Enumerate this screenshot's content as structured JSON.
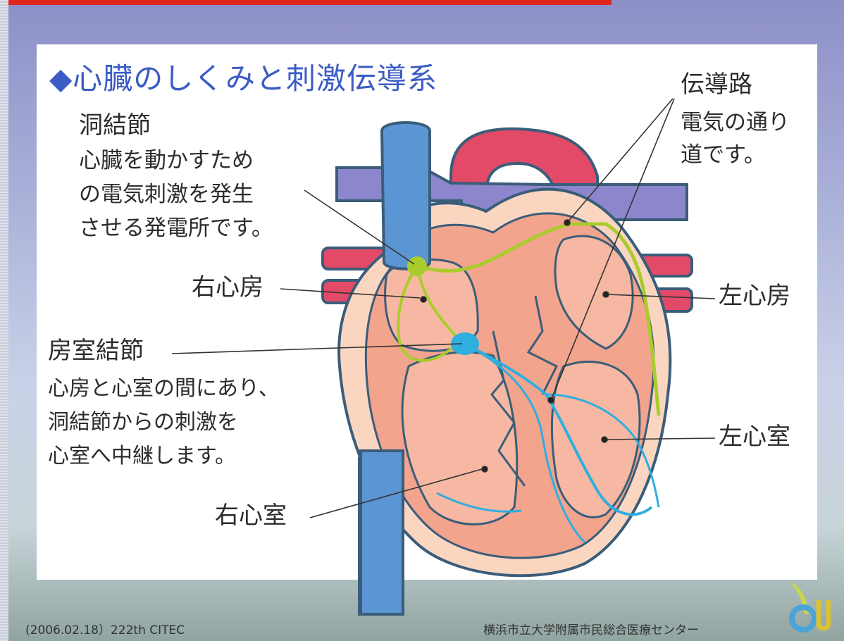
{
  "title": "◆心臓のしくみと刺激伝導系",
  "labels": {
    "sa_node": {
      "name": "洞結節",
      "desc": [
        "心臓を動かすため",
        "の電気刺激を発生",
        "させる発電所です。"
      ]
    },
    "right_atrium": "右心房",
    "av_node": {
      "name": "房室結節",
      "desc": [
        "心房と心室の間にあり、",
        "洞結節からの刺激を",
        "心室へ中継します。"
      ]
    },
    "right_ventricle": "右心室",
    "conduction_path": {
      "name": "伝導路",
      "desc": [
        "電気の通り",
        "道です。"
      ]
    },
    "left_atrium": "左心房",
    "left_ventricle": "左心室"
  },
  "footer": {
    "left": "(2006.02.18）222th CITEC",
    "right": "横浜市立大学附属市民総合医療センター"
  },
  "colors": {
    "title": "#3b5cc4",
    "vein_blue": "#5b95d3",
    "artery_red": "#e24a68",
    "purple_vessel": "#8d86cc",
    "muscle_pink": "#f2a48d",
    "outer_skin": "#fad6c1",
    "sa_green": "#a9cc2c",
    "av_blue": "#2faee0",
    "header_red": "#e0251a"
  },
  "icons": {
    "logo": "center-logo-icon"
  }
}
